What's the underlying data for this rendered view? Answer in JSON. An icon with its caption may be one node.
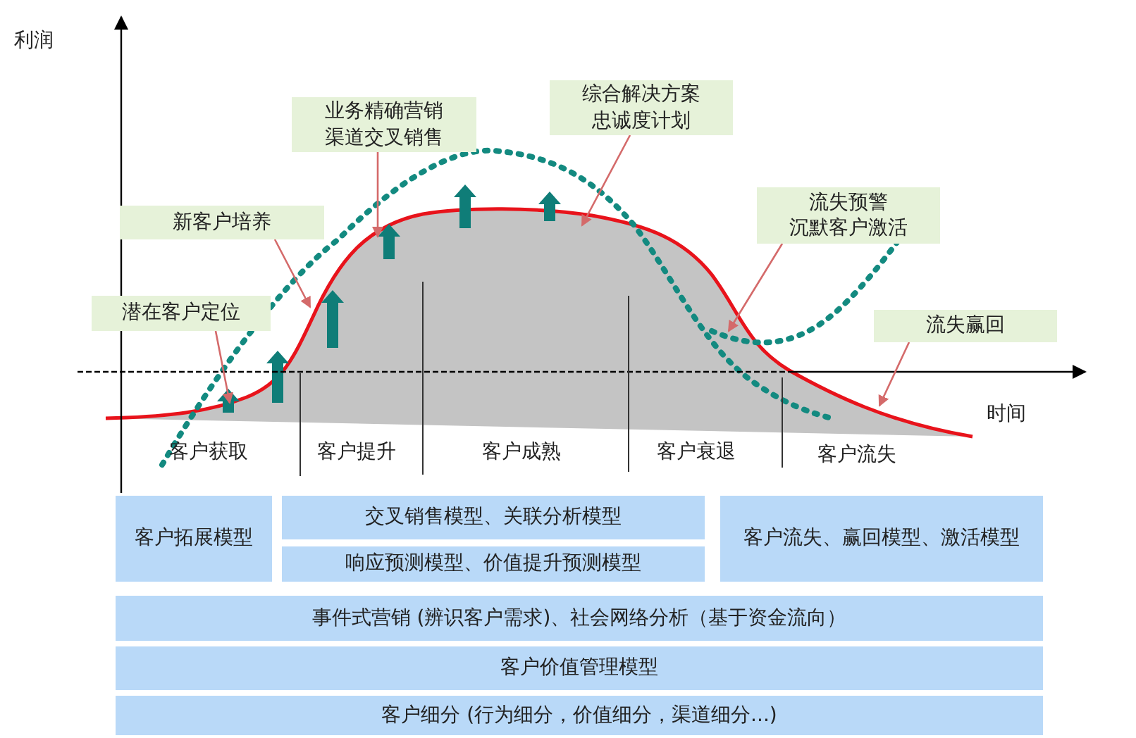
{
  "diagram": {
    "nodes": [
      {
        "text": [
          "潜在客户定位"
        ]
      },
      {
        "text": [
          "新客户培养"
        ]
      },
      {
        "text": [
          "业务精确营销",
          "渠道交叉销售"
        ]
      },
      {
        "text": [
          "综合解决方案",
          "忠诚度计划"
        ]
      },
      {
        "text": [
          "流失预警",
          "沉默客户激活"
        ]
      },
      {
        "text": [
          "流失赢回"
        ]
      },
      {
        "text": [
          "客户拓展模型"
        ]
      },
      {
        "text": [
          "交叉销售模型、关联分析模型"
        ]
      },
      {
        "text": [
          "响应预测模型、价值提升预测模型"
        ]
      },
      {
        "text": [
          "客户流失、赢回模型、激活模型"
        ]
      },
      {
        "text": [
          "事件式营销 (辨识客户需求)、社会网络分析（基于资金流向）"
        ]
      },
      {
        "text": [
          "客户价值管理模型"
        ]
      },
      {
        "text": [
          "客户细分 (行为细分，价值细分，渠道细分...)"
        ]
      }
    ],
    "edges": [
      {
        "from": 0,
        "to": null,
        "arrow": "to"
      },
      {
        "from": 1,
        "to": null,
        "arrow": "to"
      },
      {
        "from": 2,
        "to": null,
        "arrow": "to"
      },
      {
        "from": 3,
        "to": null,
        "arrow": "to"
      },
      {
        "from": 4,
        "to": null,
        "arrow": "to"
      },
      {
        "from": 5,
        "to": null,
        "arrow": "to"
      }
    ],
    "labels": [
      "利润",
      "时间",
      "客户获取",
      "客户提升",
      "客户成熟",
      "客户衰退",
      "客户流失"
    ]
  }
}
